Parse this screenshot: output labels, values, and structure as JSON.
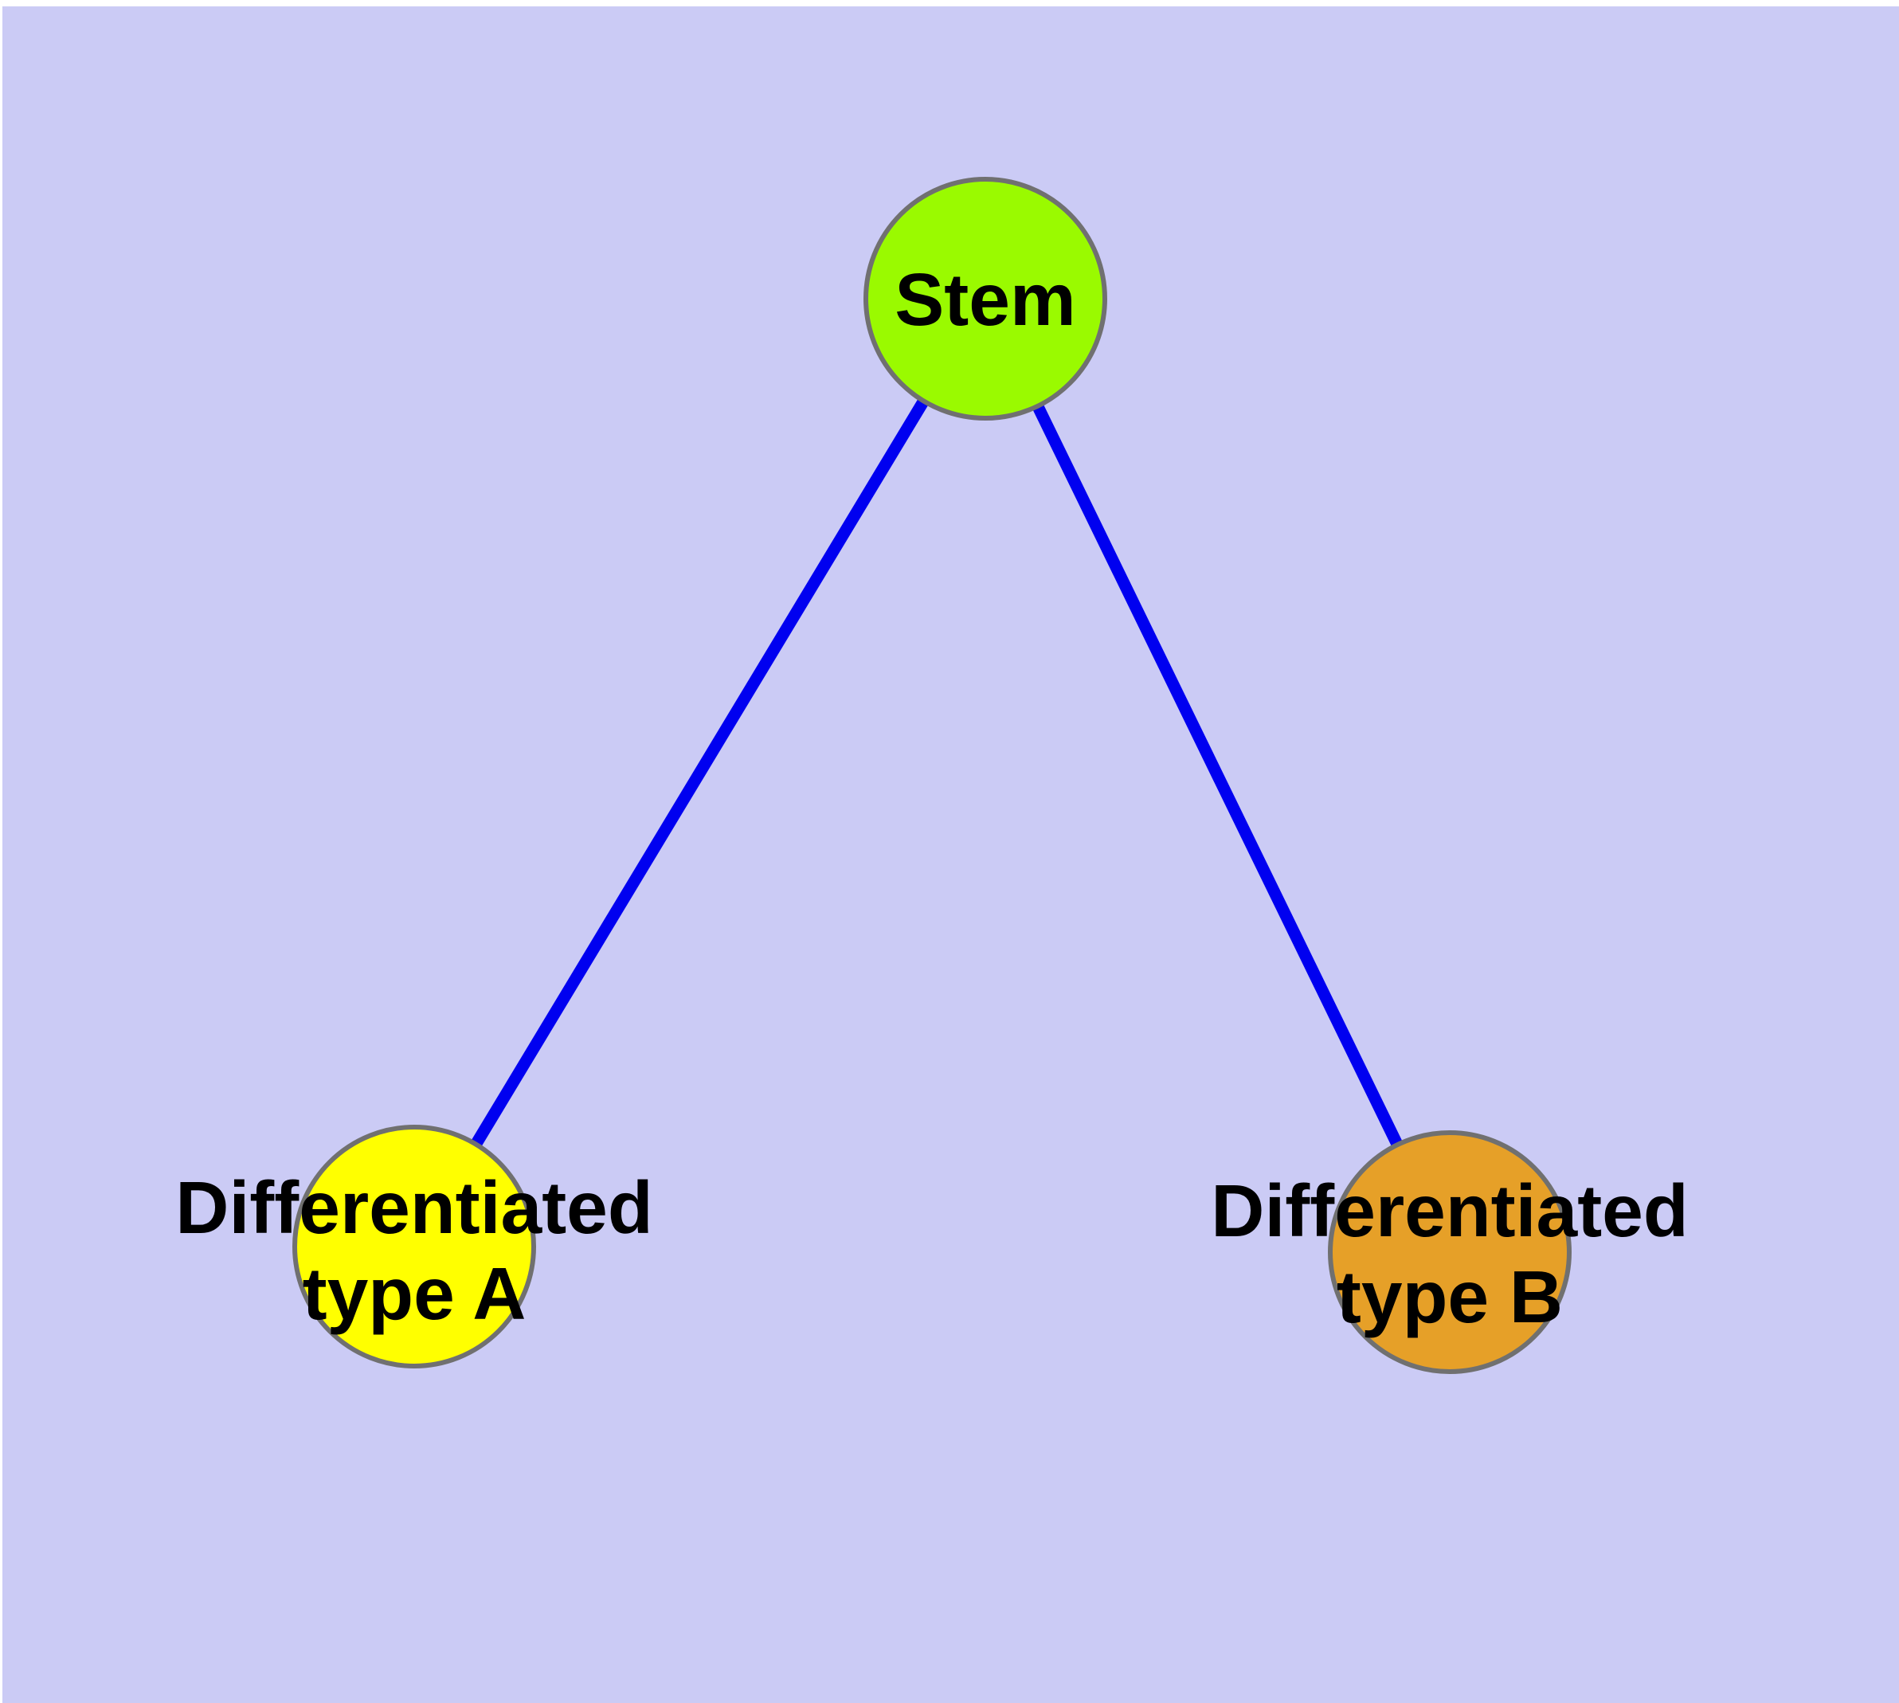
{
  "canvas": {
    "background_color": "#CBCBF5",
    "margin_color": "#FFFFFF"
  },
  "diagram": {
    "type": "node-link-graph",
    "description": "Stem cell differentiation tree: a Stem node connected to two differentiated cell type nodes",
    "edge_color": "#0000F0",
    "node_border_color": "#707070",
    "label_color": "#000000",
    "nodes": [
      {
        "id": "stem",
        "label": "Stem",
        "fill": "#9AFA00"
      },
      {
        "id": "differentiated-type-a",
        "label": "Differentiated type A",
        "label_line1": "Differentiated",
        "label_line2": "type A",
        "fill": "#FFFF00"
      },
      {
        "id": "differentiated-type-b",
        "label": "Differentiated type B",
        "label_line1": "Differentiated",
        "label_line2": "type B",
        "fill": "#E6A028"
      }
    ],
    "edges": [
      {
        "from": "Stem",
        "to": "Differentiated type A"
      },
      {
        "from": "Stem",
        "to": "Differentiated type B"
      }
    ]
  }
}
